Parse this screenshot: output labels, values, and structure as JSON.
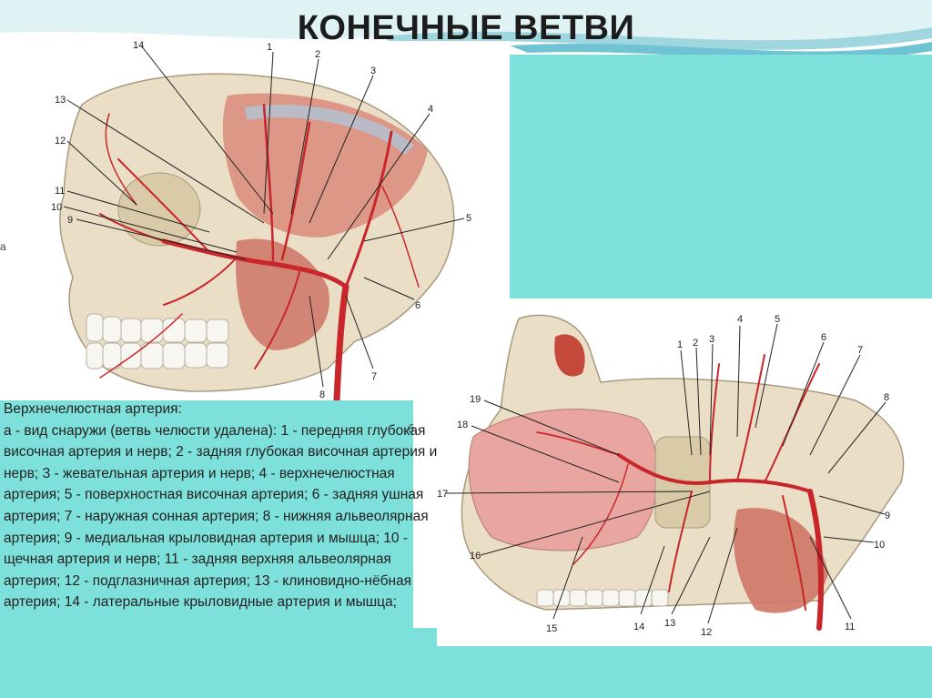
{
  "slide": {
    "title": "КОНЕЧНЫЕ ВЕТВИ"
  },
  "caption": {
    "heading": "Верхнечелюстная артерия:",
    "body": "а - вид снаружи (ветвь челюсти удалена): 1 - передняя глубокая височная артерия и нерв; 2 - задняя глубокая височная артерия и нерв; 3 - жевательная артерия и нерв; 4 - верхнечелюстная артерия; 5 - поверхностная височная артерия; 6 - задняя ушная артерия; 7 - наружная сонная артерия; 8 - нижняя альвеолярная артерия; 9 - медиальная крыловидная артерия и мышца; 10 - щечная артерия и нерв; 11 - задняя верхняя альвеолярная артерия; 12 - подглазничная артерия; 13 - клиновидно-нёбная артерия; 14 - латеральные крыловидные артерия и мышца;"
  },
  "figure_a": {
    "labels": [
      "1",
      "2",
      "3",
      "4",
      "5",
      "6",
      "7",
      "8",
      "9",
      "10",
      "11",
      "12",
      "13",
      "14"
    ]
  },
  "figure_b": {
    "labels": [
      "1",
      "2",
      "3",
      "4",
      "5",
      "6",
      "7",
      "8",
      "9",
      "10",
      "11",
      "12",
      "13",
      "14",
      "15",
      "16",
      "17",
      "18",
      "19"
    ]
  },
  "marks": {
    "edge_a": "а",
    "edge_b": "б"
  },
  "colors": {
    "teal": "#7ee0da",
    "artery": "#c8262a",
    "bone": "#e9dcc0",
    "muscle": "#d77a6c"
  }
}
